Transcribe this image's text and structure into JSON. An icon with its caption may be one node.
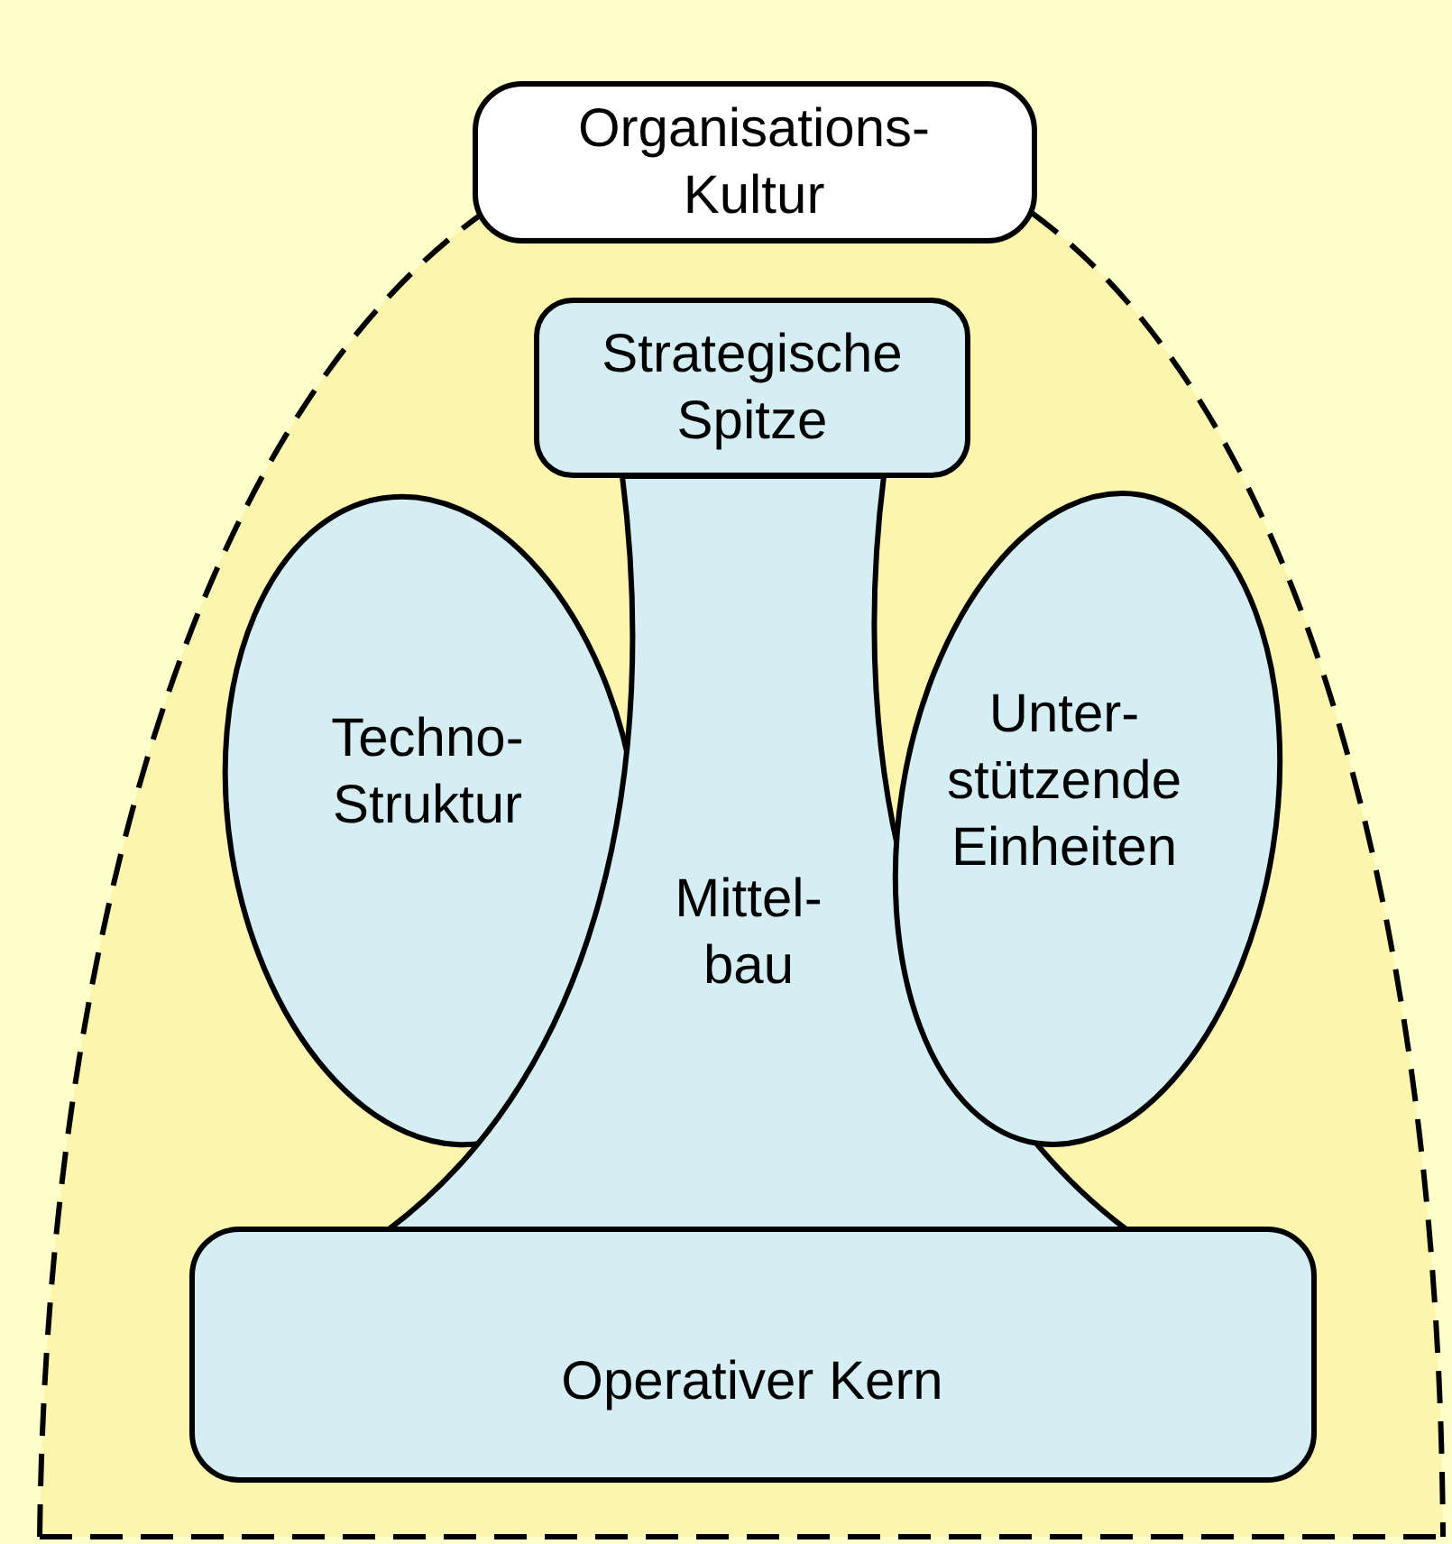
{
  "diagram": {
    "nodes": [
      {
        "text": [
          "Organisations- Kultur"
        ]
      },
      {
        "text": [
          "Strategische Spitze"
        ]
      },
      {
        "text": [
          "Techno- Struktur"
        ]
      },
      {
        "text": [
          "Mittel- bau"
        ]
      },
      {
        "text": [
          "Unter- stützende Einheiten"
        ]
      },
      {
        "text": [
          "Operativer Kern"
        ]
      }
    ],
    "edges": []
  }
}
